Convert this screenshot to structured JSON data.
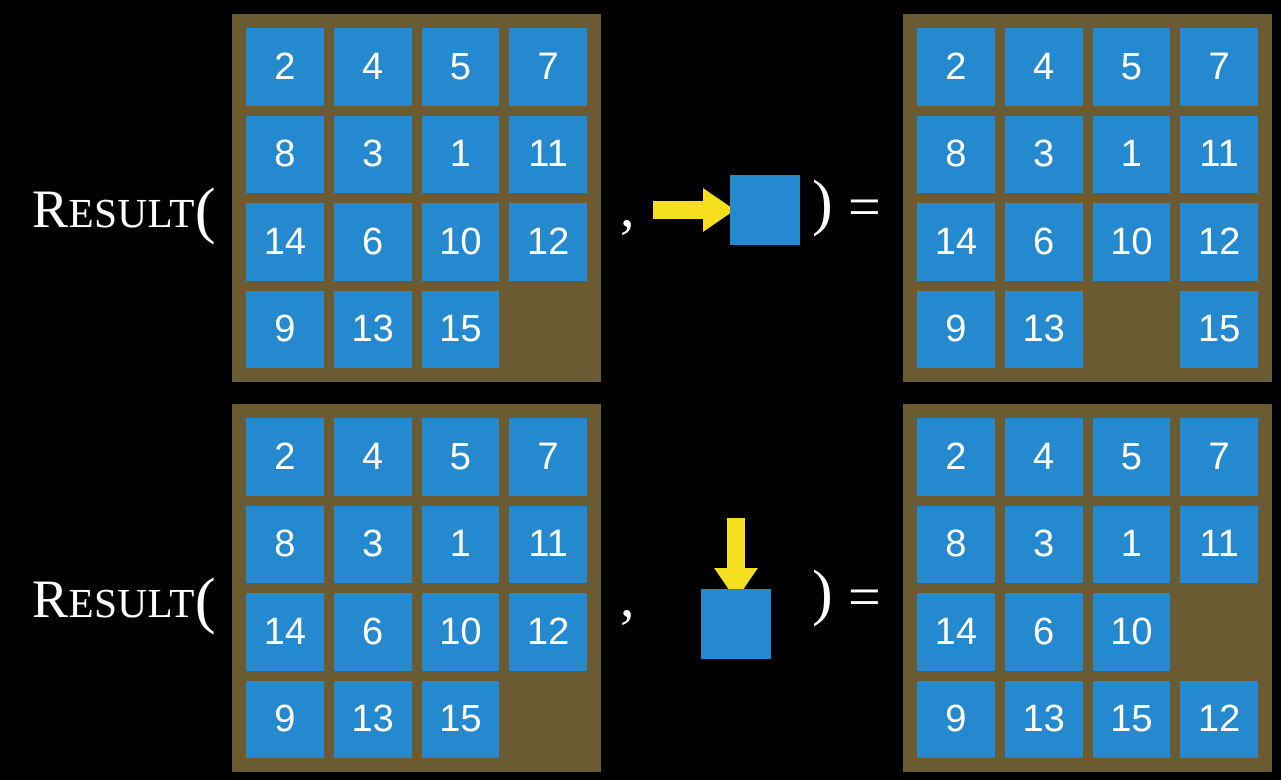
{
  "colors": {
    "background": "#000000",
    "board_background": "#6b5b33",
    "tile": "#2489ce",
    "tile_text": "#ffffff",
    "arrow": "#f5de1e",
    "text": "#ffffff"
  },
  "rows": [
    {
      "label": {
        "initial": "R",
        "rest": "ESULT",
        "open_paren": "("
      },
      "separator_comma": ",",
      "close_paren": ")",
      "equals": "=",
      "operation": {
        "icon": "arrow-right-icon",
        "direction": "right",
        "description": "slide right"
      },
      "input_board": {
        "name": "input-board-top",
        "tiles": [
          [
            "2",
            "4",
            "5",
            "7"
          ],
          [
            "8",
            "3",
            "1",
            "11"
          ],
          [
            "14",
            "6",
            "10",
            "12"
          ],
          [
            "9",
            "13",
            "15",
            ""
          ]
        ]
      },
      "output_board": {
        "name": "output-board-top",
        "tiles": [
          [
            "2",
            "4",
            "5",
            "7"
          ],
          [
            "8",
            "3",
            "1",
            "11"
          ],
          [
            "14",
            "6",
            "10",
            "12"
          ],
          [
            "9",
            "13",
            "",
            "15"
          ]
        ]
      }
    },
    {
      "label": {
        "initial": "R",
        "rest": "ESULT",
        "open_paren": "("
      },
      "separator_comma": ",",
      "close_paren": ")",
      "equals": "=",
      "operation": {
        "icon": "arrow-down-icon",
        "direction": "down",
        "description": "slide down"
      },
      "input_board": {
        "name": "input-board-bottom",
        "tiles": [
          [
            "2",
            "4",
            "5",
            "7"
          ],
          [
            "8",
            "3",
            "1",
            "11"
          ],
          [
            "14",
            "6",
            "10",
            "12"
          ],
          [
            "9",
            "13",
            "15",
            ""
          ]
        ]
      },
      "output_board": {
        "name": "output-board-bottom",
        "tiles": [
          [
            "2",
            "4",
            "5",
            "7"
          ],
          [
            "8",
            "3",
            "1",
            "11"
          ],
          [
            "14",
            "6",
            "10",
            ""
          ],
          [
            "9",
            "13",
            "15",
            "12"
          ]
        ]
      }
    }
  ]
}
